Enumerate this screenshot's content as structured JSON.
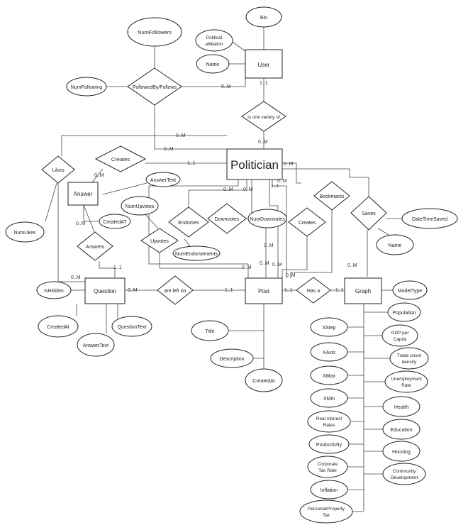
{
  "entities": {
    "user": "User",
    "politician": "Politician",
    "answer": "Answer",
    "question": "Question",
    "post": "Post",
    "graph": "Graph"
  },
  "relationships": {
    "followed_by_follows": "FollowedBy/Follows",
    "is_one_variety_of": "is one variety of",
    "likes": "Likes",
    "creates_answer": "Creates",
    "answers": "Answers",
    "bookmarks": "Bookmarks",
    "saves": "Saves",
    "endorses": "Endorses",
    "downvotes": "Downvotes",
    "upvotes": "Upvotes",
    "creates_post": "Creates",
    "are_left_on": "are left on",
    "has_a": "Has a"
  },
  "attributes": {
    "bio": "Bio",
    "political_affiliation": [
      "Political",
      "afilliation"
    ],
    "name_user": "Name",
    "num_followers": "NumFollowers",
    "num_following": "NumFollowing",
    "answer_text_answer": "AnswerText",
    "created_at_answer": "CreatedAT",
    "num_likes": "NumLikes",
    "num_upvotes": "NumUpvotes",
    "num_downvotes": "NumDownvotes",
    "num_endorsements": "NumEndorsements",
    "date_time_saved": "DateTimeSaved",
    "name_saves": "Name",
    "is_hidden": "IsHidden",
    "created_at_question": "CreatedAt",
    "question_text": "QuestionText",
    "answer_text_question": "AnswerText",
    "title": "Title",
    "description": "Description",
    "created_at_post": "CreatedAt",
    "model_type": "ModelType",
    "population": "Population",
    "gdp_per_capita": [
      "GDP per",
      "Capita"
    ],
    "trade_union_density": [
      "Trade union",
      "density"
    ],
    "unemployment_rate": [
      "Unemployment",
      "Rate"
    ],
    "health": "Health",
    "education": "Education",
    "housing": "Housing",
    "community_development": [
      "Community",
      "Development"
    ],
    "x_step": "XStep",
    "x_axis": "XAxis",
    "x_max": "XMax",
    "x_min": "XMin",
    "real_interest_rates": [
      "Real interest",
      "Rates"
    ],
    "productivity": "Productivity",
    "corporate_tax_rate": [
      "Corporate",
      "Tax Rate"
    ],
    "inflation": "Inflation",
    "personal_property_tax": [
      "Personal/Property",
      "Tax"
    ]
  },
  "cardinalities": {
    "follows_user": "0..M",
    "user_variety": "1..1",
    "variety_politician": "0..M",
    "likes_top": "0..M",
    "follows_politician": "0..M",
    "politician_creates_answer": "1..1",
    "answer_creates": "0..M",
    "answer_answers": "0..M",
    "answers_question": "1..1",
    "politician_bookmarks": "0..M",
    "politician_saves": "0..M",
    "pol_post_1": "0..M",
    "pol_post_2": "0..M",
    "pol_post_3": "0..M",
    "pol_post_4": "1..1",
    "endorses_post": "0..M",
    "upvotes_post": "0..M",
    "downvotes_post": "0..M",
    "creates_post": "0..M",
    "bookmarks_post": "0..M",
    "likes_question": "0..M",
    "question_left_on": "0..M",
    "left_on_post": "1..1",
    "post_has_a": "1..1",
    "has_a_graph": "1..1",
    "saves_graph": "0..M"
  }
}
